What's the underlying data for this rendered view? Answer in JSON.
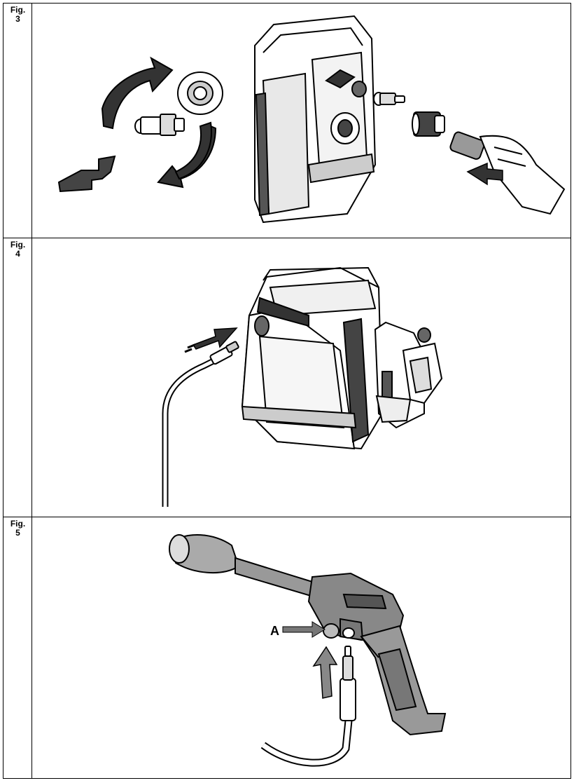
{
  "figures": [
    {
      "word": "Fig.",
      "number": "3"
    },
    {
      "word": "Fig.",
      "number": "4"
    },
    {
      "word": "Fig.",
      "number": "5"
    }
  ],
  "fig5_callout": "A",
  "colors": {
    "line": "#000000",
    "dark_fill": "#333333",
    "mid_fill": "#777777",
    "light_fill": "#bdbdbd",
    "paper": "#ffffff"
  }
}
